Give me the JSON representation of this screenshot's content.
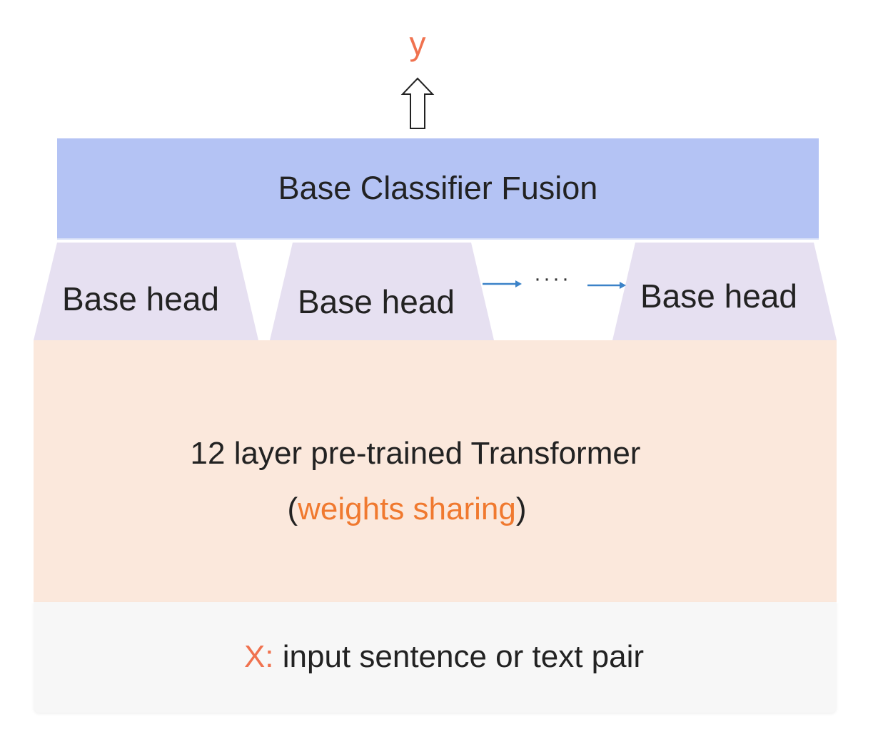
{
  "output": {
    "label": "y"
  },
  "fusion": {
    "label": "Base Classifier Fusion"
  },
  "heads": [
    {
      "label": "Base head"
    },
    {
      "label": "Base head"
    },
    {
      "label": "Base head"
    }
  ],
  "ellipsis": "····",
  "transformer": {
    "title": "12 layer pre-trained Transformer",
    "sub_open": "(",
    "sub_accent": "weights sharing",
    "sub_close": ")"
  },
  "input": {
    "prefix": "X:",
    "text": " input sentence or text pair"
  },
  "colors": {
    "fusion_fill": "#b4c3f4",
    "head_fill": "#e6e0f1",
    "transformer_fill": "#fbe8dc",
    "input_fill": "#f7f7f7",
    "accent_orange": "#f0792f",
    "accent_red": "#f0724f",
    "arrow_blue": "#3b82c8"
  }
}
